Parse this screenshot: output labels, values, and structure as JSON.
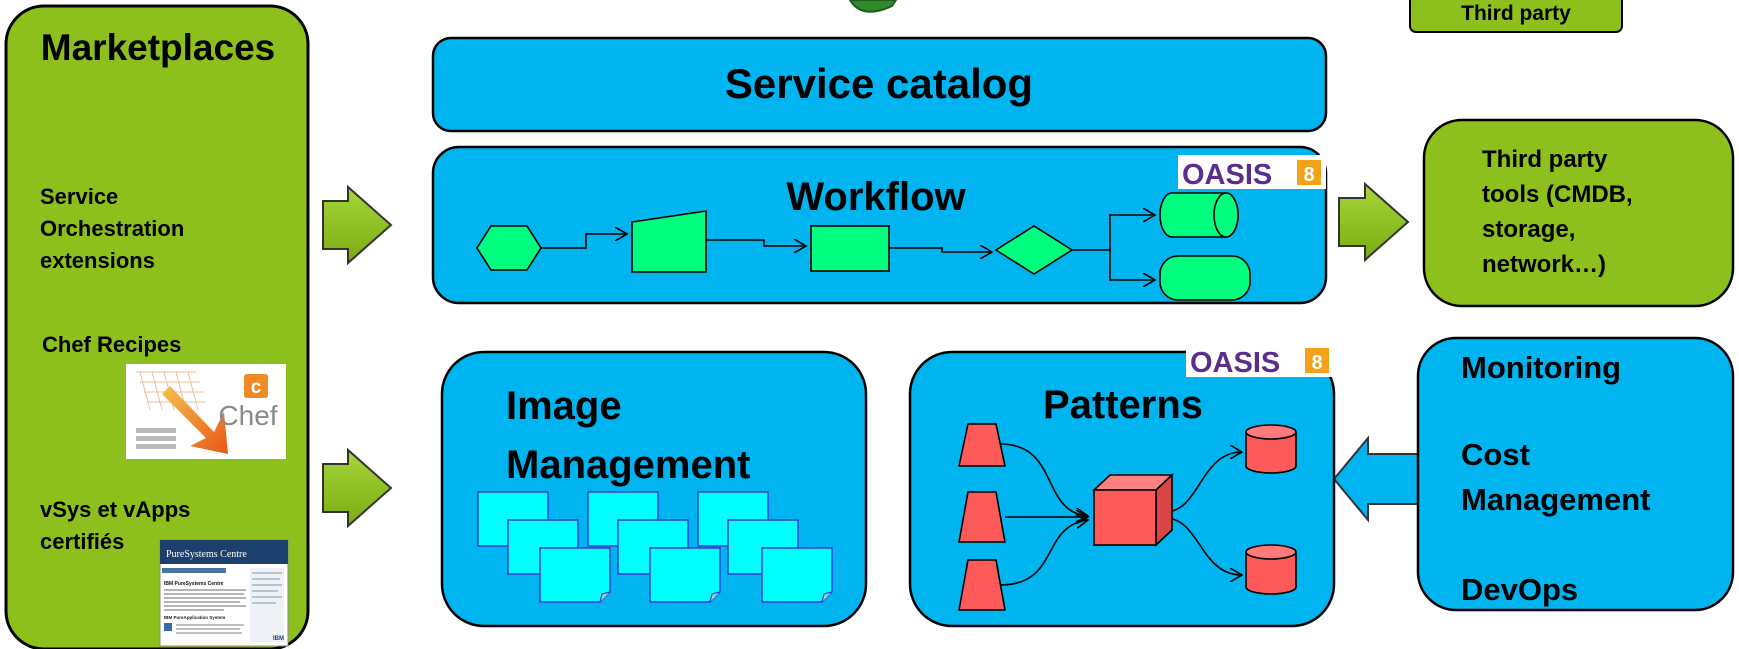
{
  "legend": {
    "label": "Third party"
  },
  "marketplaces": {
    "title": "Marketplaces",
    "items": [
      {
        "lines": [
          "Service",
          "Orchestration",
          "extensions"
        ]
      },
      {
        "lines": [
          "Chef Recipes"
        ]
      },
      {
        "lines": [
          "vSys et vApps",
          "certifiés"
        ]
      }
    ],
    "chef_logo_text": "Chef",
    "chef_logo_letter": "c",
    "puresystems": {
      "title": "PureSystems Centre",
      "headline": "IBM PureSystems Centre",
      "subheadline": "IBM PureApplication System",
      "brand": "IBM"
    }
  },
  "service_catalog": {
    "title": "Service catalog"
  },
  "workflow": {
    "title": "Workflow"
  },
  "oasis": {
    "text": "OASIS",
    "mark": "8"
  },
  "third_party_tools": {
    "lines": [
      "Third party",
      "tools (CMDB,",
      "storage,",
      "network…)"
    ]
  },
  "image_management": {
    "lines": [
      "Image",
      "Management"
    ]
  },
  "patterns": {
    "title": "Patterns"
  },
  "operations": {
    "lines": [
      "Monitoring",
      "",
      "Cost",
      "Management",
      "",
      "DevOps"
    ]
  },
  "colors": {
    "green": "#8dc01c",
    "blue": "#00b4f0",
    "shape_green": "#00ff7f",
    "shape_cyan": "#00ffff",
    "shape_red": "#ff5a5a",
    "oasis_purple": "#5b2d8c",
    "oasis_orange": "#f4a21a"
  }
}
